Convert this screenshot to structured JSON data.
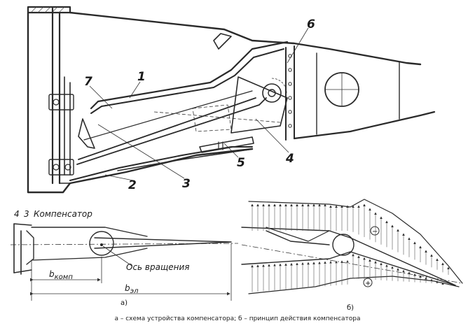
{
  "callouts": {
    "n1": "1",
    "n2": "2",
    "n3": "3",
    "n4": "4",
    "n5": "5",
    "n6": "6",
    "n7": "7"
  },
  "diagram_a": {
    "label_4": "4",
    "label_3": "3",
    "label_compensator": "Компенсатор",
    "label_axis": "Ось вращения",
    "b_komp_main": "b",
    "b_komp_sub": "комп",
    "b_el_main": "b",
    "b_el_sub": "эл",
    "panel_label": "а)"
  },
  "diagram_b": {
    "panel_label": "б)",
    "minus_sign": "−",
    "plus_sign": "+"
  },
  "caption": "а – схема устройства компенсатора;   б – принцип действия компенсатора"
}
